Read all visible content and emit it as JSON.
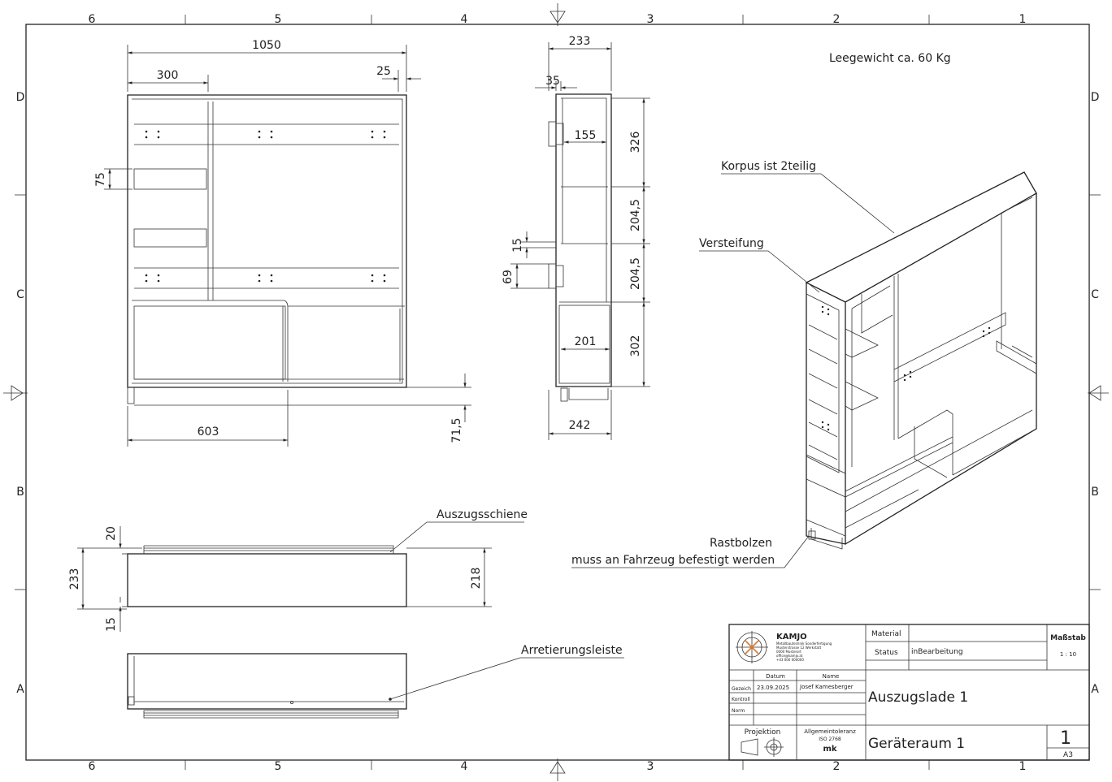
{
  "frame": {
    "columns": [
      "6",
      "5",
      "4",
      "3",
      "2",
      "1"
    ],
    "rows": [
      "D",
      "C",
      "B",
      "A"
    ]
  },
  "notes": {
    "weight": "Leegewicht ca. 60 Kg",
    "body": "Korpus ist 2teilig",
    "stiffener": "Versteifung",
    "pin_line1": "Rastbolzen",
    "pin_line2": "muss an Fahrzeug befestigt werden",
    "slide_rail": "Auszugsschiene",
    "lock_bar": "Arretierungsleiste"
  },
  "dimensions": {
    "front": {
      "width": "1050",
      "left": "300",
      "right": "25",
      "h75": "75",
      "bottom_w": "603",
      "foot": "71,5"
    },
    "side": {
      "depth": "233",
      "flange": "35",
      "inner": "155",
      "h1": "326",
      "h2": "204,5",
      "h3": "204,5",
      "h4": "302",
      "w15": "15",
      "h69": "69",
      "w201": "201",
      "w242": "242"
    },
    "top": {
      "d20": "20",
      "d233": "233",
      "d15": "15",
      "d218": "218"
    }
  },
  "title_block": {
    "company": "KAMJO",
    "company_lines": [
      "Metallbautechnik Sonderfertigung",
      "Musterstrasse 12 Werkstatt",
      "0000 Musterort",
      "office@kamjo.at",
      "+43 000 000000"
    ],
    "material_label": "Material",
    "material_value": "",
    "status_label": "Status",
    "status_value": "inBearbeitung",
    "scale_label": "Maßstab",
    "scale_value": "1 : 10",
    "date_header": "Datum",
    "name_header": "Name",
    "drawn_label": "Gezeich",
    "drawn_date": "23.09.2025",
    "drawn_name": "Josef Kamesberger",
    "check_label": "Kontroll",
    "norm_label": "Norm",
    "projection_label": "Projektion",
    "tolerance_label": "Allgemeintoleranz",
    "tolerance_std": "ISO 2768",
    "tolerance_class": "mk",
    "title": "Auszugslade 1",
    "subtitle": "Geräteraum 1",
    "sheet_no": "1",
    "format": "A3"
  }
}
